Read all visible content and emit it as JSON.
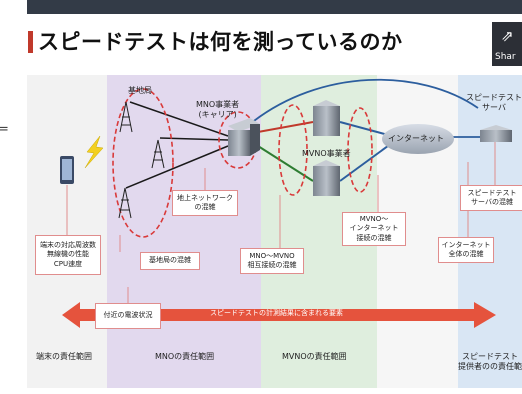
{
  "header": {
    "title": "スピードテストは何を測っているのか",
    "share_label": "Shar"
  },
  "side_glyph": "=",
  "nodes": {
    "base_station": "基地局",
    "mno_carrier": "MNO事業者\n(キャリア)",
    "mvno_operator": "MVNO事業者",
    "internet": "インターネット",
    "speedtest_server": "スピードテスト\nサーバ"
  },
  "boxes": {
    "terminal": "端末の対応周波数\n無線機の性能\nCPU速度",
    "base_congestion": "基地局の混雑",
    "ground_network": "地上ネットワーク\nの混雑",
    "mno_mvno": "MNO～MVNO\n相互接続の混雑",
    "mvno_internet": "MVNO～\nインターネット\n接続の混雑",
    "internet_whole": "インターネット\n全体の混雑",
    "server_congestion": "スピードテスト\nサーバの混雑",
    "radio": "付近の電波状況"
  },
  "arrow_label": "スピードテストの計測結果に含まれる要素",
  "zones": {
    "terminal": "端末の責任範囲",
    "mno": "MNOの責任範囲",
    "mvno": "MVNOの責任範囲",
    "provider": "スピードテスト\n提供者のの責任範"
  },
  "icons": [
    "phone-icon",
    "lightning-icon",
    "tower-icon",
    "server-icon",
    "cloud-icon"
  ],
  "colors": {
    "accent": "#c0392b",
    "arrow": "#e5533d",
    "dashed": "#d93a3a",
    "link_red": "#c0392b",
    "link_green": "#2e7d32",
    "link_blue": "#2c5e9e"
  }
}
